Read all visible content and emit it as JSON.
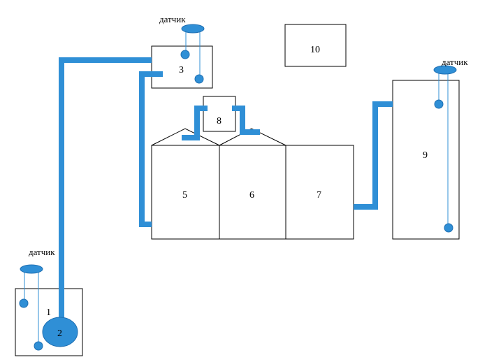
{
  "colors": {
    "pipe": "#2f8fd6",
    "outline": "#000000",
    "background": "#ffffff"
  },
  "sensors": [
    {
      "label": "датчик"
    },
    {
      "label": "датчик"
    },
    {
      "label": "датчик"
    }
  ],
  "blocks": [
    {
      "label": "1"
    },
    {
      "label": "2"
    },
    {
      "label": "3"
    },
    {
      "label": "5"
    },
    {
      "label": "6"
    },
    {
      "label": "7"
    },
    {
      "label": "8"
    },
    {
      "label": "9"
    },
    {
      "label": "10"
    }
  ]
}
